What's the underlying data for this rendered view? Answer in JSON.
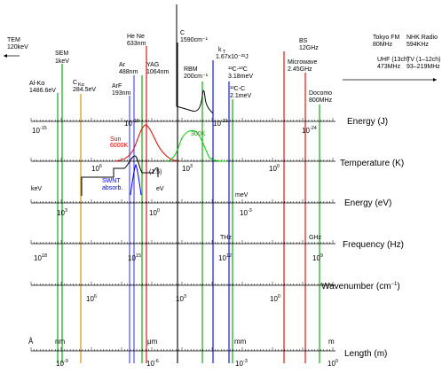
{
  "scales": [
    {
      "id": "energy_j",
      "label": "Energy (J)",
      "ticks": [
        {
          "text": "10",
          "exp": "-15"
        },
        {
          "text": "10",
          "exp": "-18"
        },
        {
          "text": "10",
          "exp": "-21"
        },
        {
          "text": "10",
          "exp": "-24"
        }
      ]
    },
    {
      "id": "temperature",
      "label": "Temperature (K)",
      "ticks": [
        {
          "text": "10",
          "exp": "6"
        },
        {
          "text": "10",
          "exp": "3"
        },
        {
          "text": "10",
          "exp": "0"
        }
      ]
    },
    {
      "id": "energy_ev",
      "label": "Energy (eV)",
      "ticks": [
        {
          "text": "10",
          "exp": "3"
        },
        {
          "text": "10",
          "exp": "0"
        },
        {
          "text": "10",
          "exp": "-3"
        }
      ],
      "unit_marks": [
        "keV",
        "eV",
        "meV"
      ]
    },
    {
      "id": "frequency",
      "label": "Frequency (Hz)",
      "ticks": [
        {
          "text": "10",
          "exp": "18"
        },
        {
          "text": "10",
          "exp": "15"
        },
        {
          "text": "10",
          "exp": "12"
        },
        {
          "text": "10",
          "exp": "9"
        }
      ],
      "unit_marks": [
        "THz",
        "GHz"
      ]
    },
    {
      "id": "wavenumber",
      "label": "Wavenumber (cm",
      "label_sup": "−1",
      "label_end": ")",
      "ticks": [
        {
          "text": "10",
          "exp": "6"
        },
        {
          "text": "10",
          "exp": "3"
        },
        {
          "text": "10",
          "exp": "0"
        }
      ]
    },
    {
      "id": "length",
      "label": "Length (m)",
      "ticks": [
        {
          "text": "10",
          "exp": "-9"
        },
        {
          "text": "10",
          "exp": "-6"
        },
        {
          "text": "10",
          "exp": "-3"
        },
        {
          "text": "10",
          "exp": "0"
        }
      ],
      "unit_marks": [
        "Å",
        "nm",
        "μm",
        "mm",
        "m"
      ]
    }
  ],
  "markers": [
    {
      "id": "alka",
      "color": "#00a000",
      "label": [
        "Al-Kα",
        "1486.6eV"
      ]
    },
    {
      "id": "sem",
      "color": "#00a000",
      "label": [
        "SEM",
        "1keV"
      ]
    },
    {
      "id": "cka",
      "color": "#cc8800",
      "label": [
        "C",
        "Kα",
        "284.5eV"
      ]
    },
    {
      "id": "arf",
      "color": "#4040ff",
      "label": [
        "ArF",
        "193nm"
      ]
    },
    {
      "id": "ar",
      "color": "#4040ff",
      "label": [
        "Ar",
        "488nm"
      ]
    },
    {
      "id": "hene",
      "color": "#e00000",
      "label": [
        "He Ne",
        "633nm"
      ]
    },
    {
      "id": "yag",
      "color": "#00a000",
      "label": [
        "YAG",
        "1064nm"
      ]
    },
    {
      "id": "co2",
      "color": "#000000",
      "label": [
        "C",
        "1590cm⁻¹"
      ]
    },
    {
      "id": "rbm",
      "color": "#00a000",
      "label": [
        "RBM",
        "200cm⁻¹"
      ]
    },
    {
      "id": "kbt",
      "color": "#0000ff",
      "label": [
        "k",
        "T",
        "1.67x10⁻²¹J"
      ]
    },
    {
      "id": "c13",
      "color": "#0000ff",
      "label": [
        "¹²C-¹³C",
        "3.18meV"
      ]
    },
    {
      "id": "cc",
      "color": "#00a000",
      "label": [
        "¹²C-C",
        "2.1meV"
      ]
    },
    {
      "id": "bs",
      "color": "#e00000",
      "label": [
        "BS",
        "12GHz"
      ]
    },
    {
      "id": "microwave",
      "color": "#e00000",
      "label": [
        "Microwave",
        "2.45GHz"
      ]
    },
    {
      "id": "docomo",
      "color": "#00a000",
      "label": [
        "Docomo",
        "800MHz"
      ]
    }
  ],
  "top_labels": {
    "tem": [
      "TEM",
      "120keV"
    ],
    "tokyo_fm": [
      "Tokyo FM",
      "80MHz"
    ],
    "nhk": [
      "NHK Radio",
      "594KHz"
    ],
    "uhf": [
      "UHF (13ch)",
      "473MHz"
    ],
    "tv": [
      "TV (1–12ch)",
      "93–219MHz"
    ]
  },
  "annotations": {
    "sun": [
      "Sun",
      "6000K"
    ],
    "cmb": "300K",
    "swnt": [
      "SWNT",
      "absorb."
    ],
    "e15": "(1.5)"
  },
  "colors": {
    "red": "#e00000",
    "green": "#00a000",
    "blue": "#4040ff",
    "orange": "#cc8800",
    "black": "#000000",
    "dark_blue": "#0000ff"
  }
}
